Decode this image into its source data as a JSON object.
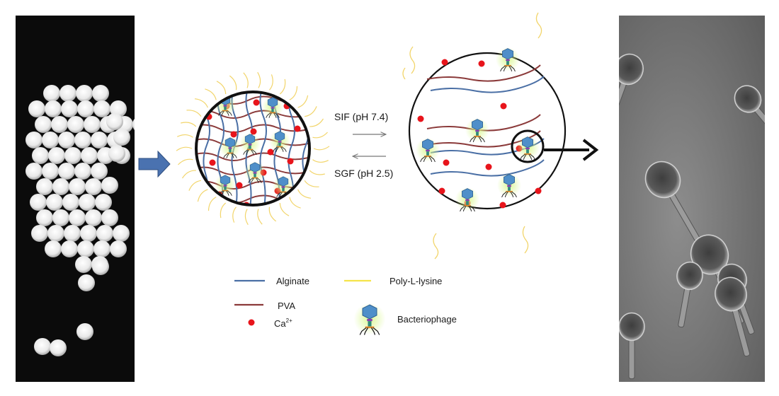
{
  "diagram": {
    "conditions": {
      "forward": "SIF (pH 7.4)",
      "reverse": "SGF (pH 2.5)"
    },
    "legend": {
      "alginate": "Alginate",
      "pva": "PVA",
      "calcium_base": "Ca",
      "calcium_charge": "2+",
      "poly_l_lysine": "Poly-L-lysine",
      "bacteriophage": "Bacteriophage"
    },
    "colors": {
      "alginate": "#4a6fa5",
      "pva": "#8b3a3a",
      "calcium": "#e8141b",
      "poly_l_lysine": "#f2d56b",
      "phage_head": "#4f8fc9",
      "phage_collar": "#8a3fb0",
      "phage_tail": "#2f8a7a",
      "phage_glow": "#c8f07a",
      "block_arrow": "#4a72b0"
    },
    "panels": {
      "left_photo": "hydrogel-beads-photo",
      "right_photo": "phage-micrograph"
    }
  }
}
